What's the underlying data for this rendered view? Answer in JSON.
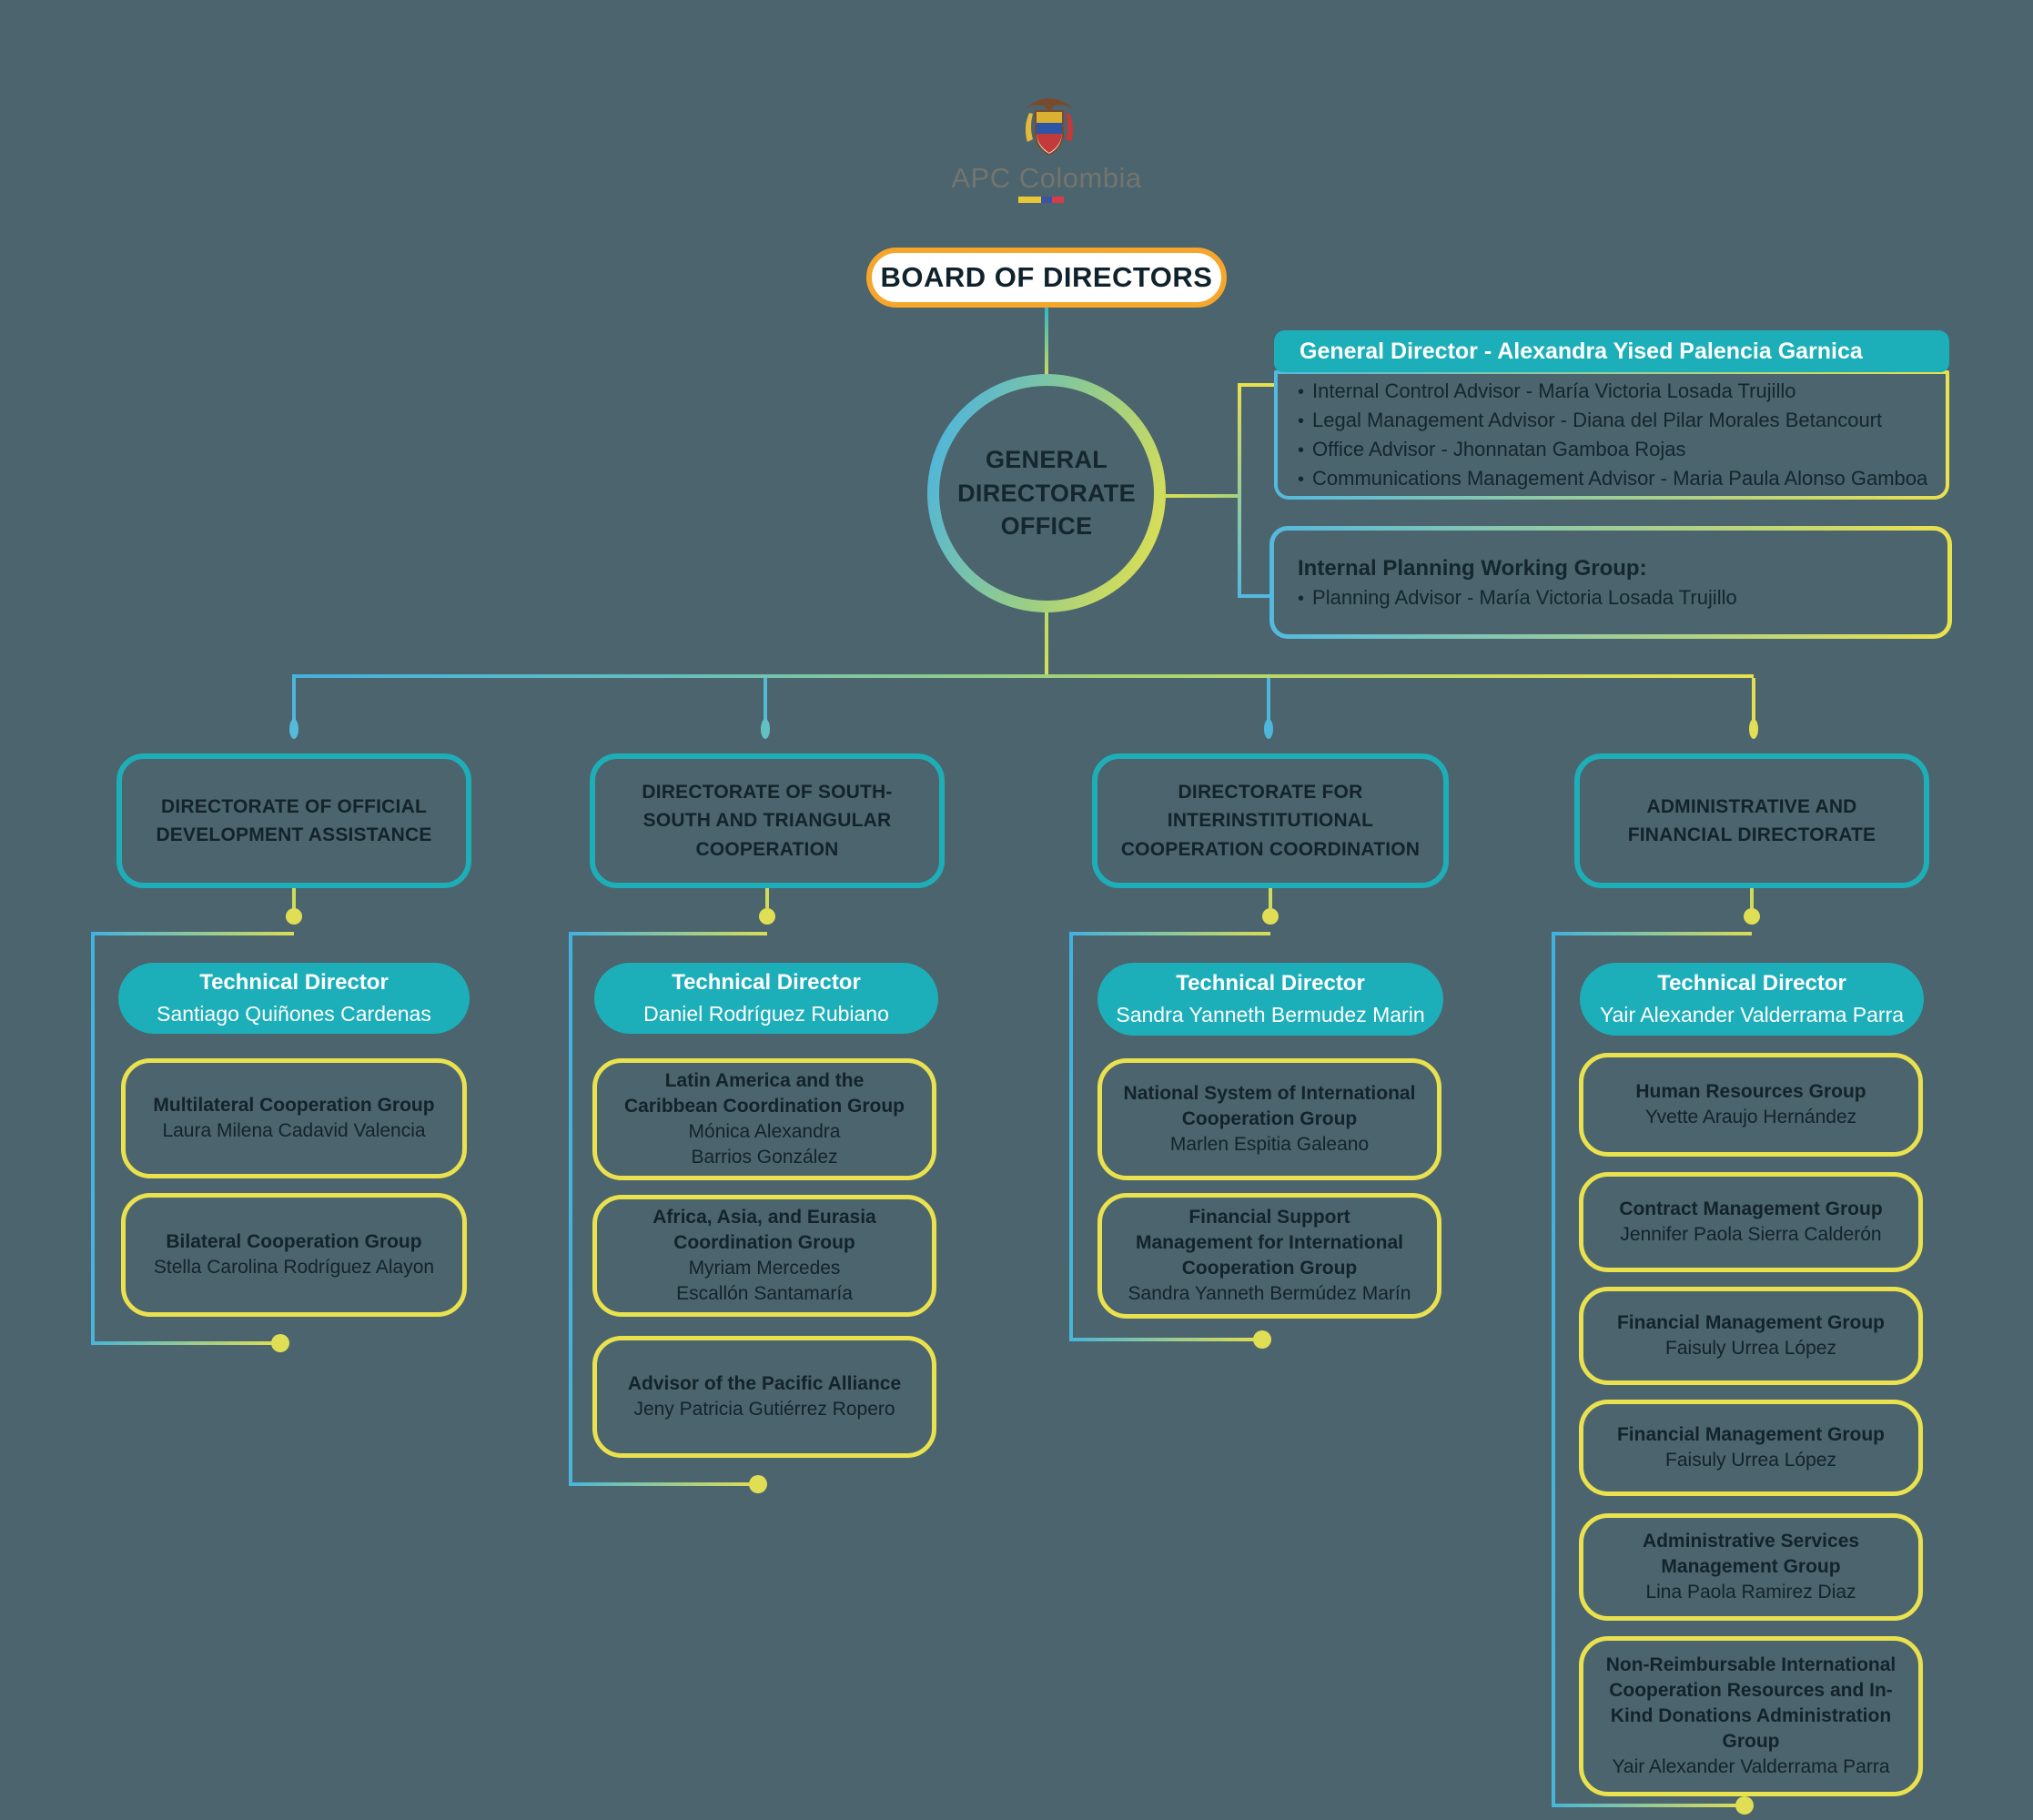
{
  "colors": {
    "bg": "#4B646D",
    "teal": "#1CAFB9",
    "teal-border": "#1EAEB7",
    "yellow": "#EAE14F",
    "orange": "#F6A62B",
    "blue": "#45B3DF",
    "dark": "#14262E",
    "white": "#FFFFFF",
    "gray": "#73756F"
  },
  "logo": {
    "wordmark": "APC Colombia"
  },
  "board": {
    "label": "BOARD OF DIRECTORS"
  },
  "general_directorate": {
    "line1": "GENERAL",
    "line2": "DIRECTORATE",
    "line3": "OFFICE"
  },
  "general_director_box": {
    "header": "General Director - Alexandra Yised Palencia Garnica",
    "bullet": "•",
    "advisors": [
      "Internal Control Advisor - María Victoria Losada Trujillo",
      "Legal Management Advisor - Diana del Pilar Morales Betancourt",
      "Office Advisor - Jhonnatan Gamboa Rojas",
      "Communications Management Advisor - Maria Paula Alonso Gamboa"
    ]
  },
  "planning_box": {
    "title": "Internal Planning Working Group:",
    "item": "Planning Advisor - María Victoria Losada Trujillo"
  },
  "columns": [
    {
      "directorate": "DIRECTORATE OF OFFICIAL DEVELOPMENT ASSISTANCE",
      "role": "Technical Director",
      "director": "Santiago Quiñones Cardenas",
      "groups": [
        {
          "title": "Multilateral Cooperation Group",
          "person": "Laura Milena Cadavid Valencia"
        },
        {
          "title": "Bilateral Cooperation Group",
          "person": "Stella Carolina Rodríguez Alayon"
        }
      ]
    },
    {
      "directorate": "DIRECTORATE OF SOUTH-SOUTH AND TRIANGULAR COOPERATION",
      "role": "Technical Director",
      "director": "Daniel Rodríguez Rubiano",
      "groups": [
        {
          "title": "Latin America and the Caribbean Coordination Group",
          "person": "Mónica Alexandra Barrios González"
        },
        {
          "title": "Africa, Asia, and Eurasia Coordination Group",
          "person": "Myriam Mercedes Escallón Santamaría"
        },
        {
          "title": "Advisor of the Pacific Alliance",
          "person": "Jeny Patricia Gutiérrez Ropero"
        }
      ]
    },
    {
      "directorate": "DIRECTORATE FOR INTERINSTITUTIONAL COOPERATION COORDINATION",
      "role": "Technical Director",
      "director": "Sandra Yanneth Bermudez Marin",
      "groups": [
        {
          "title": "National System of International Cooperation Group",
          "person": "Marlen Espitia Galeano"
        },
        {
          "title": "Financial Support Management for International Cooperation Group",
          "person": "Sandra Yanneth Bermúdez Marín"
        }
      ]
    },
    {
      "directorate": "ADMINISTRATIVE AND FINANCIAL DIRECTORATE",
      "role": "Technical Director",
      "director": "Yair Alexander Valderrama Parra",
      "groups": [
        {
          "title": "Human Resources Group",
          "person": "Yvette Araujo Hernández"
        },
        {
          "title": "Contract Management Group",
          "person": "Jennifer Paola Sierra Calderón"
        },
        {
          "title": "Financial Management Group",
          "person": "Faisuly Urrea López"
        },
        {
          "title": "Financial Management Group",
          "person": "Faisuly Urrea López"
        },
        {
          "title": "Administrative Services Management Group",
          "person": "Lina Paola Ramirez Diaz"
        },
        {
          "title": "Non-Reimbursable International Cooperation Resources and In-Kind Donations Administration Group",
          "person": "Yair Alexander Valderrama Parra"
        }
      ]
    }
  ]
}
